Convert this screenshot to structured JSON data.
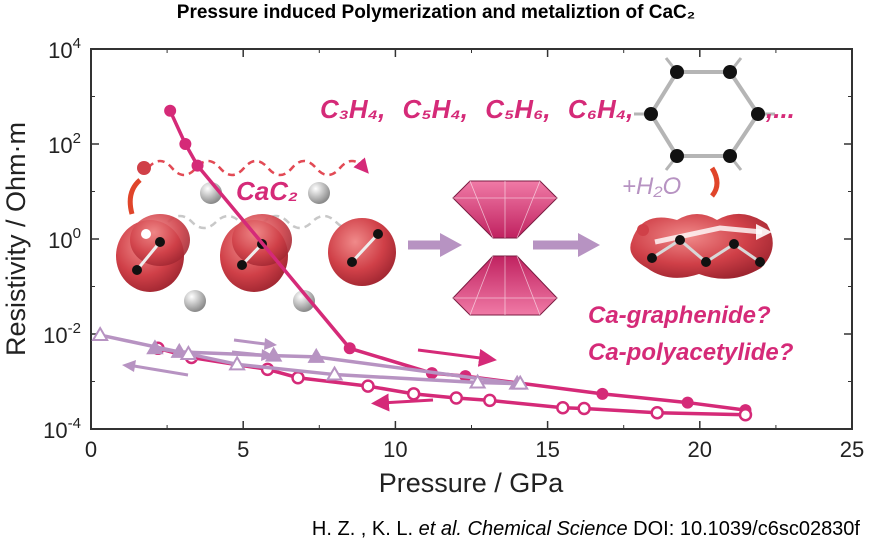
{
  "title": "Pressure induced Polymerization and metaliztion of CaC₂",
  "citation": {
    "authors": "H. Z. , K. L.",
    "etal": "et al. Chemical Science",
    "doi": "DOI: 10.1039/c6sc02830f"
  },
  "colors": {
    "compression": "#d52a78",
    "decompression": "#b793c2",
    "axis": "#333333",
    "red_blob": "#cf3c45",
    "diamond": "#d8417d"
  },
  "annotations": {
    "products": [
      "C₃H₄,",
      "C₅H₄,",
      "C₅H₆,",
      "C₆H₄,",
      ",..."
    ],
    "cac2": "CaC₂",
    "water": "+H₂O",
    "q1": "Ca-graphenide?",
    "q2": "Ca-polyacetylide?"
  },
  "chart_data": {
    "type": "line",
    "xlabel": "Pressure / GPa",
    "ylabel": "Resistivity / Ohm·m",
    "xlim": [
      0,
      25
    ],
    "ylim": [
      0.0001,
      10000
    ],
    "yscale": "log",
    "x_ticks": [
      0,
      5,
      10,
      15,
      20,
      25
    ],
    "y_ticks": [
      {
        "value": 0.0001,
        "base": "10",
        "exp": "-4"
      },
      {
        "value": 0.01,
        "base": "10",
        "exp": "-2"
      },
      {
        "value": 1,
        "base": "10",
        "exp": "0"
      },
      {
        "value": 100,
        "base": "10",
        "exp": "2"
      },
      {
        "value": 10000,
        "base": "10",
        "exp": "4"
      }
    ],
    "series": [
      {
        "marker": "filled-circle",
        "color": "#d52a78",
        "x": [
          2.6,
          3.1,
          3.5,
          8.5,
          11.2,
          12.3,
          16.8,
          19.6,
          21.5
        ],
        "y": [
          500,
          100,
          35,
          0.005,
          0.0015,
          0.0013,
          0.00055,
          0.00036,
          0.00025
        ]
      },
      {
        "marker": "open-circle",
        "color": "#d52a78",
        "x": [
          2.2,
          3.3,
          5.8,
          6.8,
          9.1,
          10.6,
          12.0,
          13.1,
          15.5,
          16.2,
          18.6,
          21.5
        ],
        "y": [
          0.005,
          0.0032,
          0.0018,
          0.0012,
          0.0008,
          0.00055,
          0.00045,
          0.0004,
          0.00028,
          0.00027,
          0.00022,
          0.0002
        ]
      },
      {
        "marker": "filled-triangle",
        "color": "#b793c2",
        "x": [
          2.1,
          2.9,
          6.0,
          7.4,
          14.0
        ],
        "y": [
          0.005,
          0.0042,
          0.0035,
          0.0033,
          0.0009
        ]
      },
      {
        "marker": "open-triangle",
        "color": "#b793c2",
        "x": [
          0.3,
          3.2,
          4.8,
          8.0,
          12.7,
          14.1
        ],
        "y": [
          0.0095,
          0.0038,
          0.0023,
          0.0014,
          0.00095,
          0.0009
        ]
      }
    ]
  }
}
